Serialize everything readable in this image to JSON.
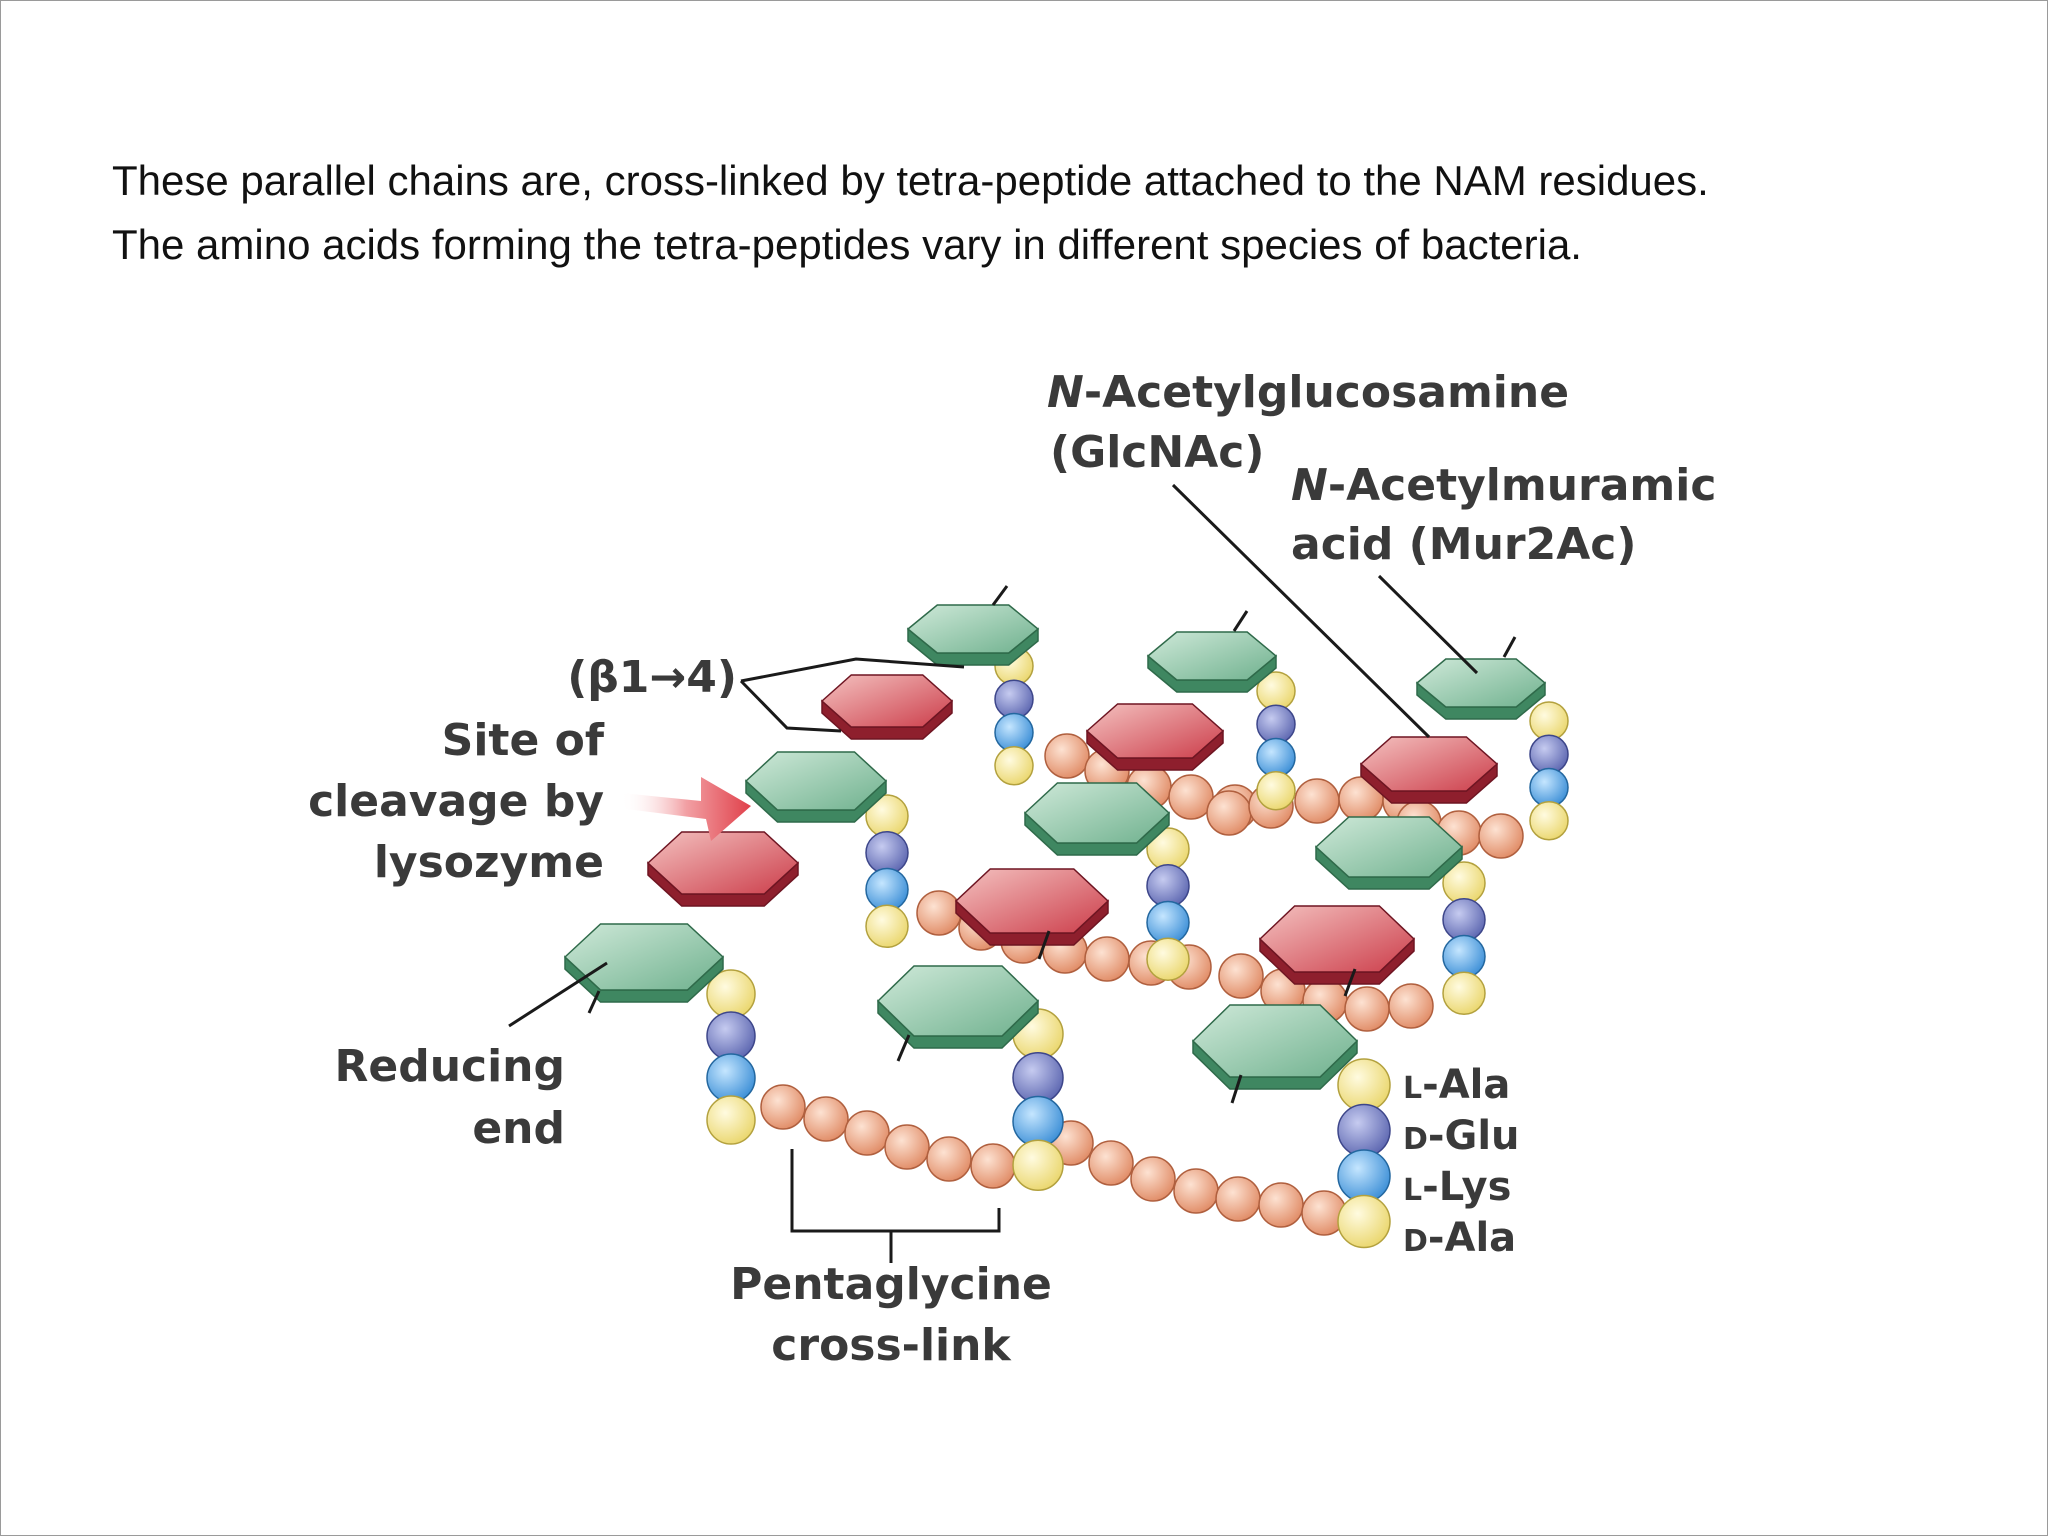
{
  "caption": {
    "line1": "These parallel chains are, cross-linked by tetra-peptide attached to the NAM residues.",
    "line2": "The amino acids forming the tetra-peptides vary in different species of bacteria."
  },
  "labels": {
    "glcnac_prefix": "N",
    "glcnac_rest": "-Acetylglucosamine",
    "glcnac_abbr": "(GlcNAc)",
    "murnac_prefix": "N",
    "murnac_rest": "-Acetylmuramic",
    "murnac_abbr": "acid (Mur2Ac)",
    "beta_link": "(β1→4)",
    "cleavage_1": "Site of",
    "cleavage_2": "cleavage by",
    "cleavage_3": "lysozyme",
    "reducing_1": "Reducing",
    "reducing_2": "end",
    "pentaglycine_1": "Pentaglycine",
    "pentaglycine_2": "cross-link"
  },
  "amino_acids": [
    {
      "prefix": "L",
      "name": "-Ala",
      "color": "#f3e58a"
    },
    {
      "prefix": "D",
      "name": "-Glu",
      "color": "#7d86c4"
    },
    {
      "prefix": "L",
      "name": "-Lys",
      "color": "#58a6e3"
    },
    {
      "prefix": "D",
      "name": "-Ala",
      "color": "#f3e58a"
    }
  ],
  "colors": {
    "glcnac": "#8fc9a8",
    "murnac": "#d9585f",
    "glycine": "#e79b7a",
    "arrow": "#e0404a"
  }
}
